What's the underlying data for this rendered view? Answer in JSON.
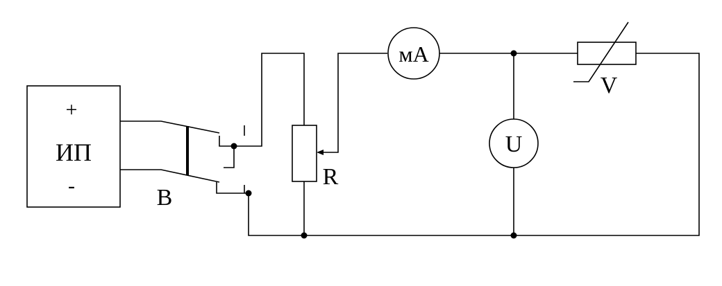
{
  "power_supply": {
    "plus_label": "+",
    "name_label": "ИП",
    "minus_label": "-"
  },
  "switch": {
    "label": "B"
  },
  "rheostat": {
    "label": "R"
  },
  "ammeter": {
    "label": "мА"
  },
  "voltmeter": {
    "label": "U"
  },
  "varistor": {
    "label": "V"
  }
}
